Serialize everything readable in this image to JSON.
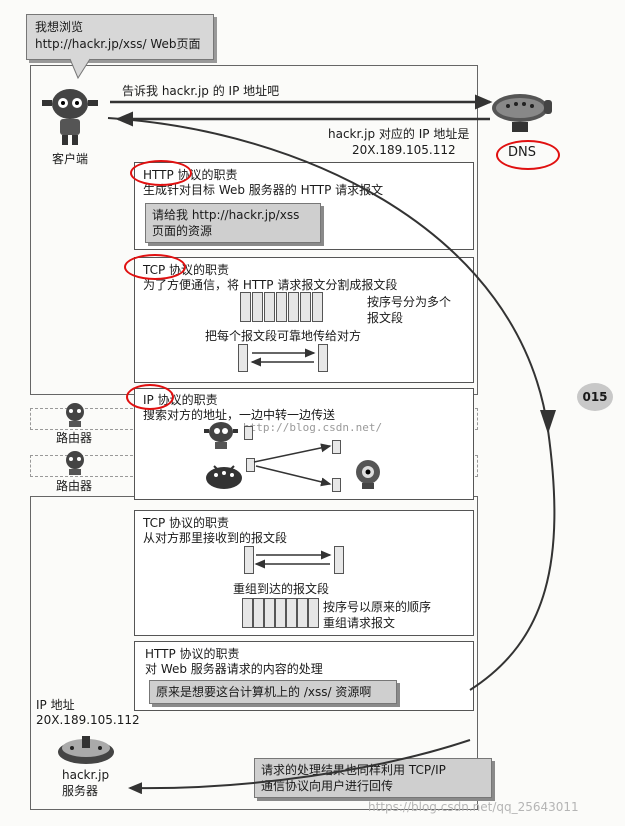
{
  "callout": {
    "line1": "我想浏览",
    "line2": "http://hackr.jp/xss/ Web页面"
  },
  "client_label": "客户端",
  "dns": {
    "request": "告诉我 hackr.jp 的 IP 地址吧",
    "reply_line1": "hackr.jp 对应的 IP 地址是",
    "reply_line2": "20X.189.105.112",
    "label": "DNS"
  },
  "http_send": {
    "title": "HTTP 协议的职责",
    "desc": "生成针对目标 Web 服务器的 HTTP 请求报文",
    "note_line1": "请给我 http://hackr.jp/xss",
    "note_line2": "页面的资源"
  },
  "tcp_send": {
    "title": "TCP 协议的职责",
    "desc": "为了方便通信，将 HTTP 请求报文分割成报文段",
    "seq_line1": "按序号分为多个",
    "seq_line2": "报文段",
    "reliable": "把每个报文段可靠地传给对方"
  },
  "ip": {
    "title": "IP 协议的职责",
    "desc": "搜索对方的地址，一边中转一边传送",
    "watermark": "http://blog.csdn.net/"
  },
  "routers": [
    "路由器",
    "路由器"
  ],
  "tcp_recv": {
    "title": "TCP 协议的职责",
    "desc": "从对方那里接收到的报文段",
    "reassembled": "重组到达的报文段",
    "order_line1": "按序号以原来的顺序",
    "order_line2": "重组请求报文"
  },
  "http_recv": {
    "title": "HTTP 协议的职责",
    "desc": "对 Web 服务器请求的内容的处理",
    "note": "原来是想要这台计算机上的 /xss/ 资源啊"
  },
  "server": {
    "ip_label": "IP 地址",
    "ip_value": "20X.189.105.112",
    "name_line1": "hackr.jp",
    "name_line2": "服务器"
  },
  "result_note": {
    "line1": "请求的处理结果也同样利用 TCP/IP",
    "line2": "通信协议向用户进行回传"
  },
  "page_number": "015",
  "footer_watermark": "https://blog.csdn.net/qq_25643011",
  "colors": {
    "highlight": "#e01010",
    "note_gray": "#cfcfcf"
  }
}
